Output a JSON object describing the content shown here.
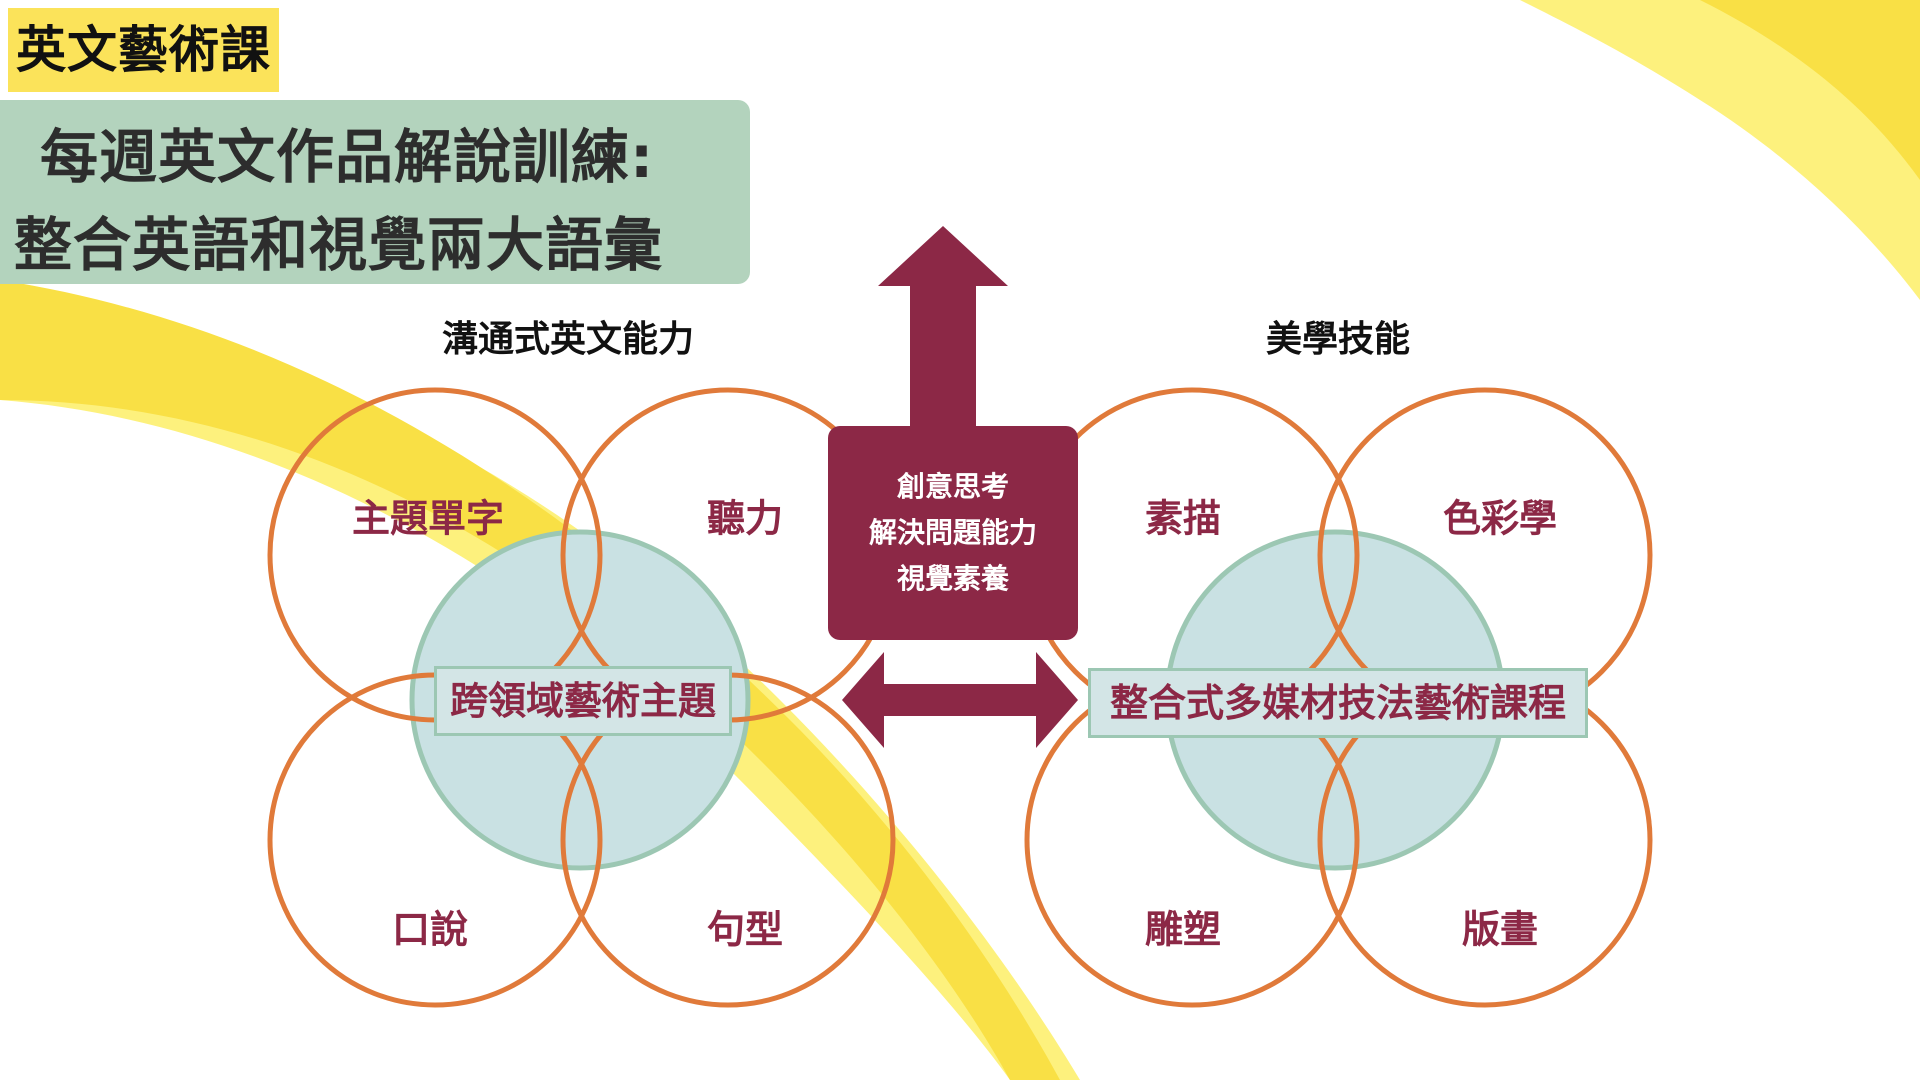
{
  "header": {
    "tag": "英文藝術課",
    "title_line1": "每週英文作品解說訓練:",
    "title_line2": "整合英語和視覺兩大語彙"
  },
  "left": {
    "heading": "溝通式英文能力",
    "circles": [
      "主題單字",
      "聽力",
      "口說",
      "句型"
    ],
    "center": "跨領域藝術主題"
  },
  "right": {
    "heading": "美學技能",
    "circles": [
      "素描",
      "色彩學",
      "雕塑",
      "版畫"
    ],
    "center": "整合式多媒材技法藝術課程"
  },
  "center_box": {
    "lines": [
      "創意思考",
      "解決問題能力",
      "視覺素養"
    ]
  },
  "colors": {
    "accent": "#8c2846",
    "ring": "#e07a3a",
    "center_fill": "#c9e1e3",
    "center_stroke": "#9cc7b3",
    "title_bg": "#b3d3bd",
    "tag_bg": "#fbe35a",
    "swoosh_light": "#fdf17d",
    "swoosh_dark": "#f9e045"
  }
}
